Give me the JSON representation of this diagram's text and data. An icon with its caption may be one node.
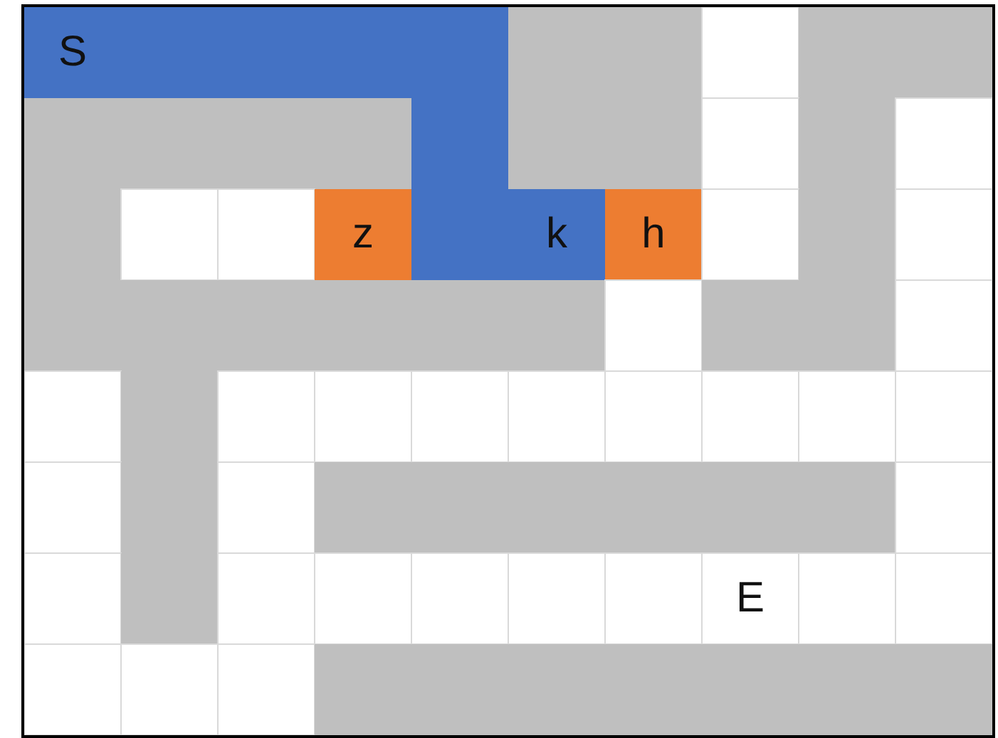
{
  "diagram": {
    "labels": [
      "S",
      "z",
      "k",
      "h",
      "E"
    ]
  }
}
